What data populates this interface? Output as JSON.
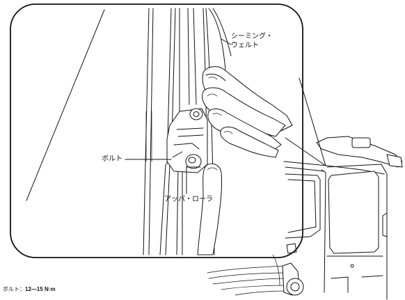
{
  "labels": {
    "seaming_welt": "シーミング・\nウェルト",
    "bolt": "ボルト",
    "upper_roller": "アッパ・ローラ"
  },
  "torque": {
    "label": "ボルト：",
    "value": "12—15 N·m"
  }
}
